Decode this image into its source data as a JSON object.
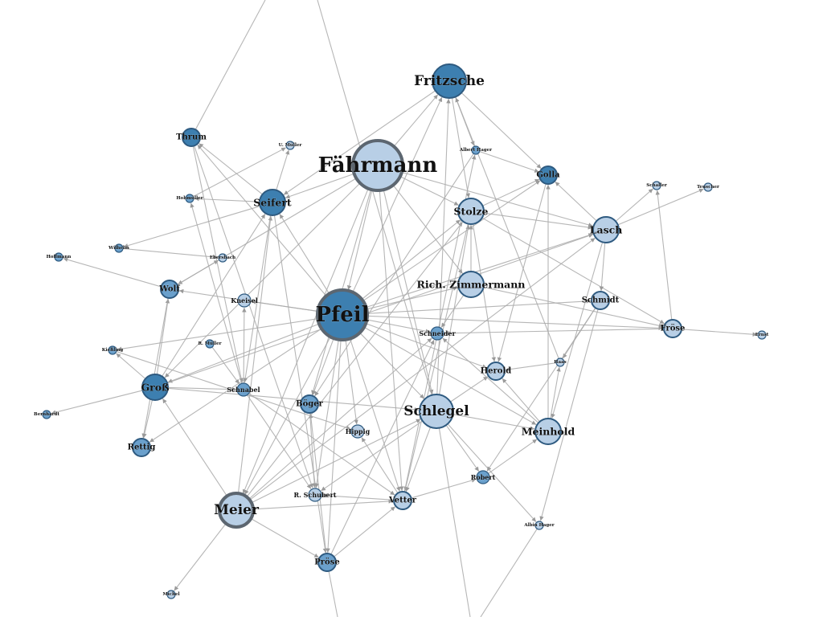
{
  "colors": {
    "background": "#ffffff",
    "edge": "#a9a9a9",
    "node_dark": "#3d7fb0",
    "node_light": "#b8cfe6",
    "node_mid": "#6aa0cc",
    "node_stroke": "#2e5a80",
    "hub_stroke": "#5c6670"
  },
  "nodes": [
    {
      "id": "faehrmann",
      "label": "Fährmann",
      "tone": "light",
      "size": "huge",
      "hub": true
    },
    {
      "id": "pfeil",
      "label": "Pfeil",
      "tone": "dark",
      "size": "huge",
      "hub": true
    },
    {
      "id": "fritzsche",
      "label": "Fritzsche",
      "tone": "dark",
      "size": "large"
    },
    {
      "id": "meier",
      "label": "Meier",
      "tone": "light",
      "size": "large",
      "hub": true
    },
    {
      "id": "schlegel",
      "label": "Schlegel",
      "tone": "light",
      "size": "large"
    },
    {
      "id": "seifert",
      "label": "Seifert",
      "tone": "dark",
      "size": "medium"
    },
    {
      "id": "gross",
      "label": "Groß",
      "tone": "dark",
      "size": "medium"
    },
    {
      "id": "stolze",
      "label": "Stolze",
      "tone": "light",
      "size": "medium"
    },
    {
      "id": "rich_zimmermann",
      "label": "Rich. Zimmermann",
      "tone": "light",
      "size": "medium"
    },
    {
      "id": "lasch",
      "label": "Lasch",
      "tone": "light",
      "size": "medium"
    },
    {
      "id": "meinhold",
      "label": "Meinhold",
      "tone": "light",
      "size": "medium"
    },
    {
      "id": "wolf",
      "label": "Wolf",
      "tone": "mid",
      "size": "small"
    },
    {
      "id": "thrum",
      "label": "Thrum",
      "tone": "dark",
      "size": "small"
    },
    {
      "id": "golla",
      "label": "Golla",
      "tone": "dark",
      "size": "small"
    },
    {
      "id": "rettig",
      "label": "Rettig",
      "tone": "mid",
      "size": "small"
    },
    {
      "id": "herold",
      "label": "Herold",
      "tone": "light",
      "size": "small"
    },
    {
      "id": "vetter",
      "label": "Vetter",
      "tone": "light",
      "size": "small"
    },
    {
      "id": "proese",
      "label": "Pröse",
      "tone": "mid",
      "size": "small"
    },
    {
      "id": "froese",
      "label": "Fröse",
      "tone": "light",
      "size": "small"
    },
    {
      "id": "boeger",
      "label": "Böger",
      "tone": "mid",
      "size": "small"
    },
    {
      "id": "schmidt",
      "label": "Schmidt",
      "tone": "light",
      "size": "small"
    },
    {
      "id": "haupig",
      "label": "Hippig",
      "tone": "light",
      "size": "tiny"
    },
    {
      "id": "schneider",
      "label": "Schneider",
      "tone": "mid",
      "size": "tiny"
    },
    {
      "id": "schnabel",
      "label": "Schnabel",
      "tone": "mid",
      "size": "tiny"
    },
    {
      "id": "knoeppel",
      "label": "Kneisel",
      "tone": "light",
      "size": "tiny"
    },
    {
      "id": "r_schubert",
      "label": "R. Schubert",
      "tone": "light",
      "size": "tiny"
    },
    {
      "id": "robert",
      "label": "Robert",
      "tone": "mid",
      "size": "tiny"
    },
    {
      "id": "albert_hager",
      "label": "Albert Hager",
      "tone": "mid",
      "size": "micro"
    },
    {
      "id": "albin_hager",
      "label": "Albin Hager",
      "tone": "light",
      "size": "micro"
    },
    {
      "id": "u_mueller",
      "label": "U. Müller",
      "tone": "light",
      "size": "micro"
    },
    {
      "id": "r_mueller",
      "label": "R. Müller",
      "tone": "mid",
      "size": "micro"
    },
    {
      "id": "hohmueller",
      "label": "Hohmüller",
      "tone": "mid",
      "size": "micro"
    },
    {
      "id": "wilhelm",
      "label": "Wilhelm",
      "tone": "mid",
      "size": "micro"
    },
    {
      "id": "hoffmann",
      "label": "Hoffmann",
      "tone": "mid",
      "size": "micro"
    },
    {
      "id": "ebersbach",
      "label": "Ebersbach",
      "tone": "light",
      "size": "micro"
    },
    {
      "id": "kiessling",
      "label": "Kießling",
      "tone": "mid",
      "size": "micro"
    },
    {
      "id": "bernhardt",
      "label": "Bernhardt",
      "tone": "mid",
      "size": "micro"
    },
    {
      "id": "michel",
      "label": "Michel",
      "tone": "light",
      "size": "micro"
    },
    {
      "id": "schaller",
      "label": "Schaller",
      "tone": "light",
      "size": "micro"
    },
    {
      "id": "teuscher",
      "label": "Teuscher",
      "tone": "light",
      "size": "micro"
    },
    {
      "id": "ernst",
      "label": "Ernst",
      "tone": "light",
      "size": "micro"
    },
    {
      "id": "haas",
      "label": "Haas",
      "tone": "light",
      "size": "micro"
    }
  ],
  "edges": [
    [
      "faehrmann",
      "pfeil"
    ],
    [
      "faehrmann",
      "fritzsche"
    ],
    [
      "faehrmann",
      "stolze"
    ],
    [
      "faehrmann",
      "seifert"
    ],
    [
      "faehrmann",
      "schlegel"
    ],
    [
      "faehrmann",
      "meier"
    ],
    [
      "faehrmann",
      "lasch"
    ],
    [
      "faehrmann",
      "wolf"
    ],
    [
      "faehrmann",
      "rich_zimmermann"
    ],
    [
      "faehrmann",
      "gross"
    ],
    [
      "faehrmann",
      "vetter"
    ],
    [
      "faehrmann",
      "boeger"
    ],
    [
      "pfeil",
      "seifert"
    ],
    [
      "pfeil",
      "meier"
    ],
    [
      "pfeil",
      "gross"
    ],
    [
      "pfeil",
      "schlegel"
    ],
    [
      "pfeil",
      "stolze"
    ],
    [
      "pfeil",
      "fritzsche"
    ],
    [
      "pfeil",
      "vetter"
    ],
    [
      "pfeil",
      "proese"
    ],
    [
      "pfeil",
      "wolf"
    ],
    [
      "pfeil",
      "lasch"
    ],
    [
      "pfeil",
      "rich_zimmermann"
    ],
    [
      "pfeil",
      "herold"
    ],
    [
      "pfeil",
      "meinhold"
    ],
    [
      "pfeil",
      "schneider"
    ],
    [
      "pfeil",
      "thrum"
    ],
    [
      "pfeil",
      "golla"
    ],
    [
      "pfeil",
      "rettig"
    ],
    [
      "pfeil",
      "boeger"
    ],
    [
      "pfeil",
      "knoeppel"
    ],
    [
      "pfeil",
      "froese"
    ],
    [
      "pfeil",
      "schmidt"
    ],
    [
      "pfeil",
      "kiessling"
    ],
    [
      "pfeil",
      "haupig"
    ],
    [
      "pfeil",
      "r_schubert"
    ],
    [
      "meier",
      "gross"
    ],
    [
      "meier",
      "schlegel"
    ],
    [
      "meier",
      "vetter"
    ],
    [
      "meier",
      "seifert"
    ],
    [
      "meier",
      "michel"
    ],
    [
      "meier",
      "proese"
    ],
    [
      "meier",
      "schneider"
    ],
    [
      "meier",
      "lasch"
    ],
    [
      "meier",
      "stolze"
    ],
    [
      "gross",
      "wolf"
    ],
    [
      "gross",
      "rettig"
    ],
    [
      "gross",
      "bernhardt"
    ],
    [
      "gross",
      "seifert"
    ],
    [
      "gross",
      "kiessling"
    ],
    [
      "gross",
      "schnabel"
    ],
    [
      "gross",
      "schlegel"
    ],
    [
      "gross",
      "lasch"
    ],
    [
      "schlegel",
      "meinhold"
    ],
    [
      "schlegel",
      "vetter"
    ],
    [
      "schlegel",
      "stolze"
    ],
    [
      "schlegel",
      "robert"
    ],
    [
      "schlegel",
      "herold"
    ],
    [
      "schlegel",
      "r_schubert"
    ],
    [
      "schlegel",
      "fritzsche"
    ],
    [
      "schlegel",
      "albin_hager"
    ],
    [
      "fritzsche",
      "golla"
    ],
    [
      "fritzsche",
      "albert_hager"
    ],
    [
      "fritzsche",
      "seifert"
    ],
    [
      "fritzsche",
      "stolze"
    ],
    [
      "stolze",
      "lasch"
    ],
    [
      "stolze",
      "golla"
    ],
    [
      "stolze",
      "vetter"
    ],
    [
      "stolze",
      "froese"
    ],
    [
      "stolze",
      "herold"
    ],
    [
      "lasch",
      "schaller"
    ],
    [
      "lasch",
      "teuscher"
    ],
    [
      "lasch",
      "meinhold"
    ],
    [
      "lasch",
      "golla"
    ],
    [
      "lasch",
      "schmidt"
    ],
    [
      "meinhold",
      "herold"
    ],
    [
      "meinhold",
      "golla"
    ],
    [
      "meinhold",
      "schneider"
    ],
    [
      "meinhold",
      "haas"
    ],
    [
      "froese",
      "ernst"
    ],
    [
      "froese",
      "schaller"
    ],
    [
      "froese",
      "schneider"
    ],
    [
      "wolf",
      "hoffmann"
    ],
    [
      "wolf",
      "ebersbach"
    ],
    [
      "wolf",
      "rettig"
    ],
    [
      "seifert",
      "thrum"
    ],
    [
      "seifert",
      "hohmueller"
    ],
    [
      "seifert",
      "wilhelm"
    ],
    [
      "seifert",
      "schnabel"
    ],
    [
      "seifert",
      "u_mueller"
    ],
    [
      "seifert",
      "proese"
    ],
    [
      "thrum",
      "schnabel"
    ],
    [
      "thrum",
      "r_schubert"
    ],
    [
      "schnabel",
      "r_schubert"
    ],
    [
      "schnabel",
      "vetter"
    ],
    [
      "schnabel",
      "knoeppel"
    ],
    [
      "schnabel",
      "hohmueller"
    ],
    [
      "vetter",
      "r_schubert"
    ],
    [
      "vetter",
      "robert"
    ],
    [
      "vetter",
      "haupig"
    ],
    [
      "vetter",
      "albert_hager"
    ],
    [
      "proese",
      "boeger"
    ],
    [
      "proese",
      "vetter"
    ],
    [
      "proese",
      "schneider"
    ],
    [
      "rich_zimmermann",
      "schneider"
    ],
    [
      "rich_zimmermann",
      "froese"
    ],
    [
      "rich_zimmermann",
      "stolze"
    ],
    [
      "schmidt",
      "albin_hager"
    ],
    [
      "schmidt",
      "haas"
    ],
    [
      "schmidt",
      "robert"
    ],
    [
      "r_mueller",
      "schnabel"
    ],
    [
      "albert_hager",
      "boeger"
    ],
    [
      "albert_hager",
      "golla"
    ],
    [
      "wilhelm",
      "ebersbach"
    ],
    [
      "hohmueller",
      "u_mueller"
    ],
    [
      "haas",
      "herold"
    ],
    [
      "haas",
      "fritzsche"
    ],
    [
      "robert",
      "meinhold"
    ],
    [
      "boeger",
      "r_schubert"
    ],
    [
      "kiessling",
      "haupig"
    ],
    [
      "golla",
      "herold"
    ]
  ],
  "offscreen_edges": [
    {
      "from": "thrum",
      "exit": "top"
    },
    {
      "from": "schlegel",
      "exit": "top"
    },
    {
      "from": "proese",
      "exit": "bottom"
    },
    {
      "from": "albin_hager",
      "exit": "bottom"
    },
    {
      "from": "schlegel",
      "exit": "bottom"
    }
  ]
}
